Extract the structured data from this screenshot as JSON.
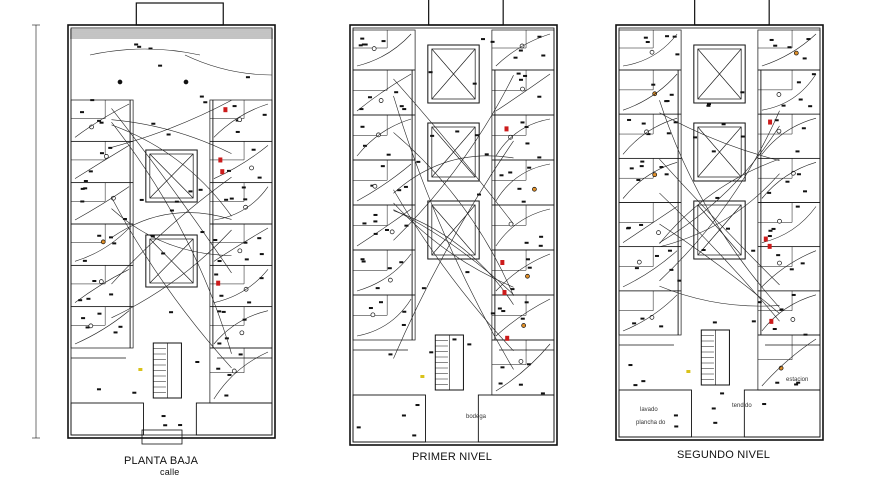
{
  "plans": [
    {
      "id": "planta-baja",
      "title": "PLANTA BAJA",
      "subtitle": "calle"
    },
    {
      "id": "primer-nivel",
      "title": "PRIMER NIVEL"
    },
    {
      "id": "segundo-nivel",
      "title": "SEGUNDO NIVEL"
    }
  ],
  "room_labels": {
    "bodega": "bodega",
    "lavado": "lavado",
    "plancha": "plancha do",
    "tendido": "tendido",
    "estacion": "estacion"
  },
  "colors": {
    "line": "#111111",
    "circuit": "#222222",
    "accent_red": "#cc1b1b",
    "accent_orange": "#e0902a",
    "accent_yellow": "#d9c21a"
  }
}
